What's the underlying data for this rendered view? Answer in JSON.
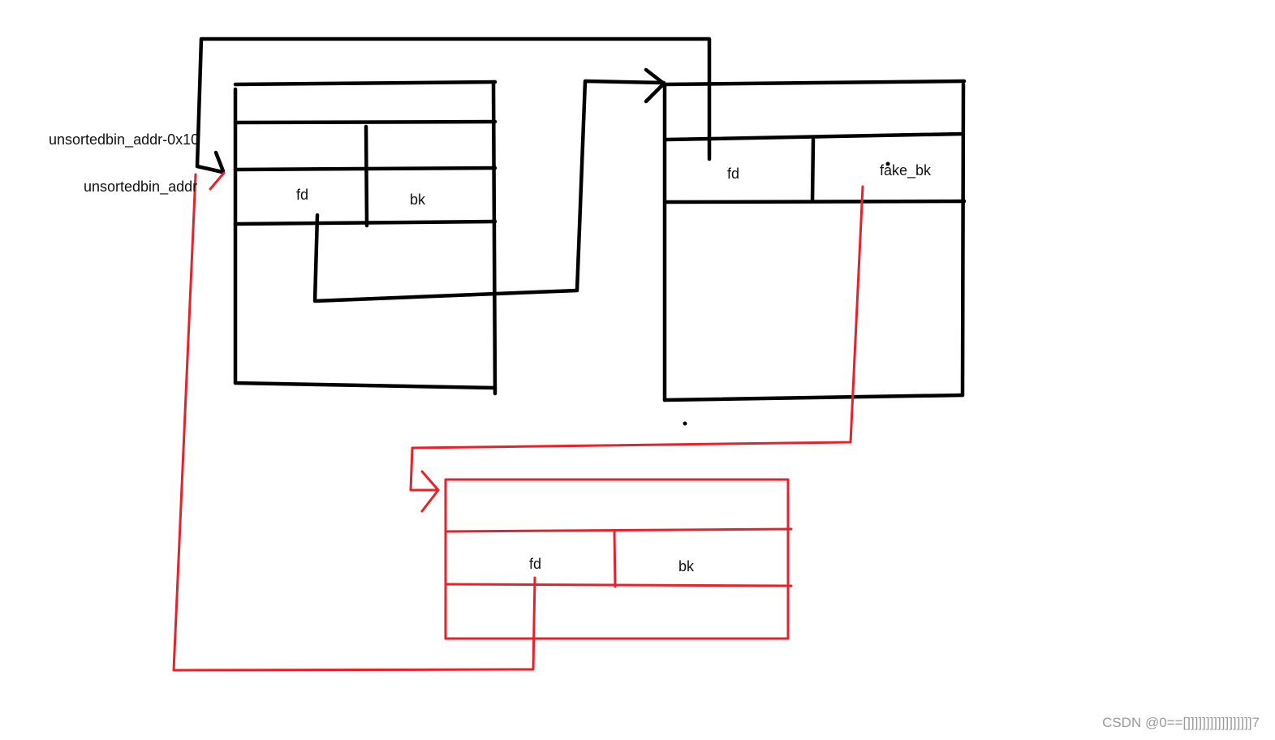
{
  "colors": {
    "ink": "#000000",
    "red": "#e8202a",
    "watermark": "#9a9a9a"
  },
  "labels": {
    "addr_minus": "unsortedbin_addr-0x10",
    "addr": "unsortedbin_addr",
    "chunk1_fd": "fd",
    "chunk1_bk": "bk",
    "chunk2_fd": "fd",
    "chunk2_bk": "fake_bk",
    "chunk3_fd": "fd",
    "chunk3_bk": "bk"
  },
  "watermark": "CSDN @0==[]]]]]]]]]]]]]]]]]7"
}
